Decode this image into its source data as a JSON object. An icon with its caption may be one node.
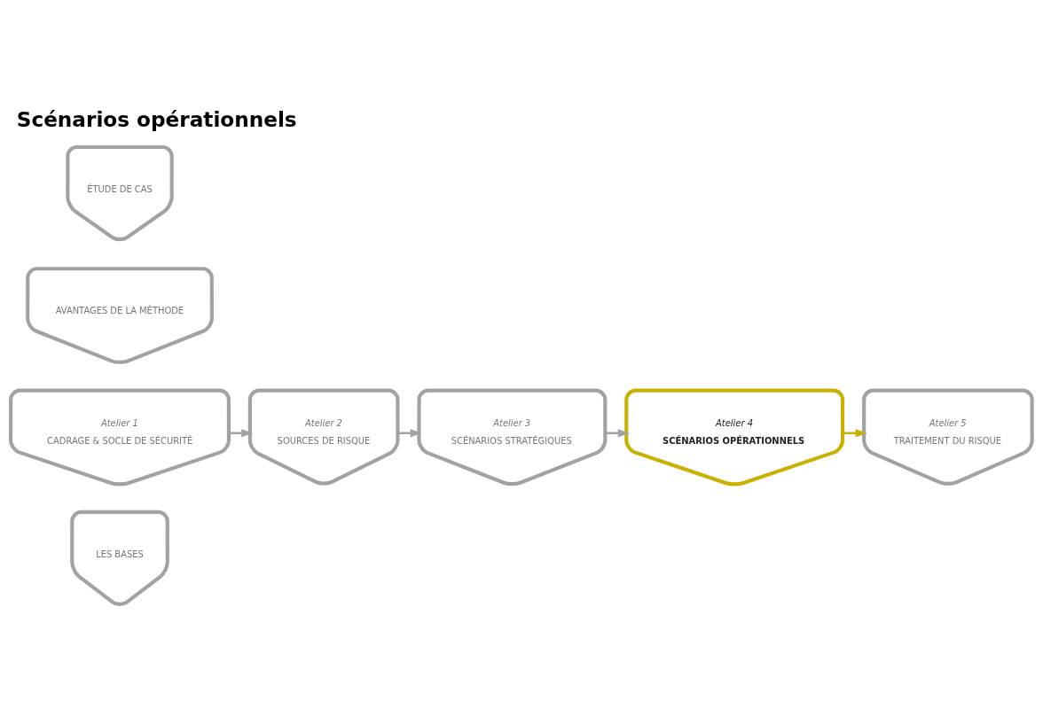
{
  "diagram": {
    "title": "Scénarios opérationnels",
    "nodes": [
      {
        "text": [
          "LES BASES"
        ]
      },
      {
        "text": [
          "Atelier 1",
          "CADRAGE & SOCLE DE SÉCURITÉ"
        ]
      },
      {
        "text": [
          "Atelier 2",
          "SOURCES DE RISQUE"
        ]
      },
      {
        "text": [
          "Atelier 3",
          "SCÉNARIOS STRATÉGIQUES"
        ]
      },
      {
        "text": [
          "Atelier 4",
          "SCÉNARIOS OPÉRATIONNELS"
        ]
      },
      {
        "text": [
          "Atelier 5",
          "TRAITEMENT DU RISQUE"
        ]
      },
      {
        "text": [
          "AVANTAGES DE LA MÉTHODE"
        ]
      },
      {
        "text": [
          "ÉTUDE DE CAS"
        ]
      }
    ],
    "edges": [
      {
        "from": 1,
        "to": 2,
        "arrow": "to"
      },
      {
        "from": 2,
        "to": 3,
        "arrow": "to"
      },
      {
        "from": 3,
        "to": 4,
        "arrow": "to"
      },
      {
        "from": 4,
        "to": 5,
        "arrow": "to",
        "color": "#c8b100"
      }
    ]
  }
}
